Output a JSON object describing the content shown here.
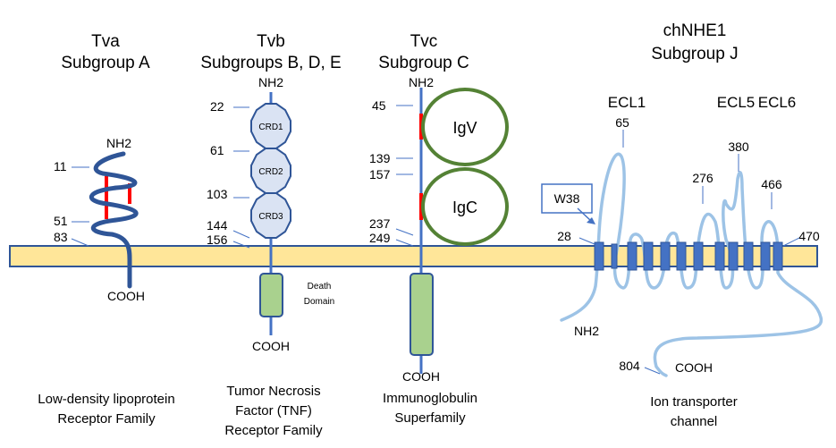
{
  "receptors": [
    {
      "id": "tva",
      "name": "Tva",
      "subgroup": "Subgroup A",
      "n_term": "NH2",
      "c_term": "COOH",
      "residues": [
        "11",
        "51",
        "83"
      ],
      "family_lines": [
        "Low-density lipoprotein",
        "Receptor Family"
      ]
    },
    {
      "id": "tvb",
      "name": "Tvb",
      "subgroup": "Subgroups B, D, E",
      "n_term": "NH2",
      "c_term": "COOH",
      "residues": [
        "22",
        "61",
        "103",
        "144",
        "156"
      ],
      "domains": [
        "CRD1",
        "CRD2",
        "CRD3"
      ],
      "intracellular_domain": [
        "Death",
        "Domain"
      ],
      "family_lines": [
        "Tumor Necrosis",
        "Factor (TNF)",
        "Receptor Family"
      ]
    },
    {
      "id": "tvc",
      "name": "Tvc",
      "subgroup": "Subgroup C",
      "n_term": "NH2",
      "c_term": "COOH",
      "residues": [
        "45",
        "139",
        "157",
        "237",
        "249"
      ],
      "domains": [
        "IgV",
        "IgC"
      ],
      "family_lines": [
        "Immunoglobulin",
        "Superfamily"
      ]
    },
    {
      "id": "chnhe1",
      "name": "chNHE1",
      "subgroup": "Subgroup J",
      "n_term": "NH2",
      "c_term": "COOH",
      "loops": [
        "ECL1",
        "ECL5",
        "ECL6"
      ],
      "residues": [
        "65",
        "276",
        "380",
        "466",
        "28",
        "470",
        "804"
      ],
      "callout": "W38",
      "family_lines": [
        "Ion transporter",
        "channel"
      ]
    }
  ],
  "colors": {
    "membrane_fill": "#ffe699",
    "membrane_stroke": "#2f5597",
    "chain_dark": "#2f5597",
    "chain_blue": "#4472c4",
    "chain_light": "#9dc3e6",
    "disulfide_red": "#ff0000",
    "crd_fill": "#dae3f3",
    "ig_green": "#548235",
    "death_fill": "#a9d18e",
    "tm_fill": "#4472c4"
  }
}
